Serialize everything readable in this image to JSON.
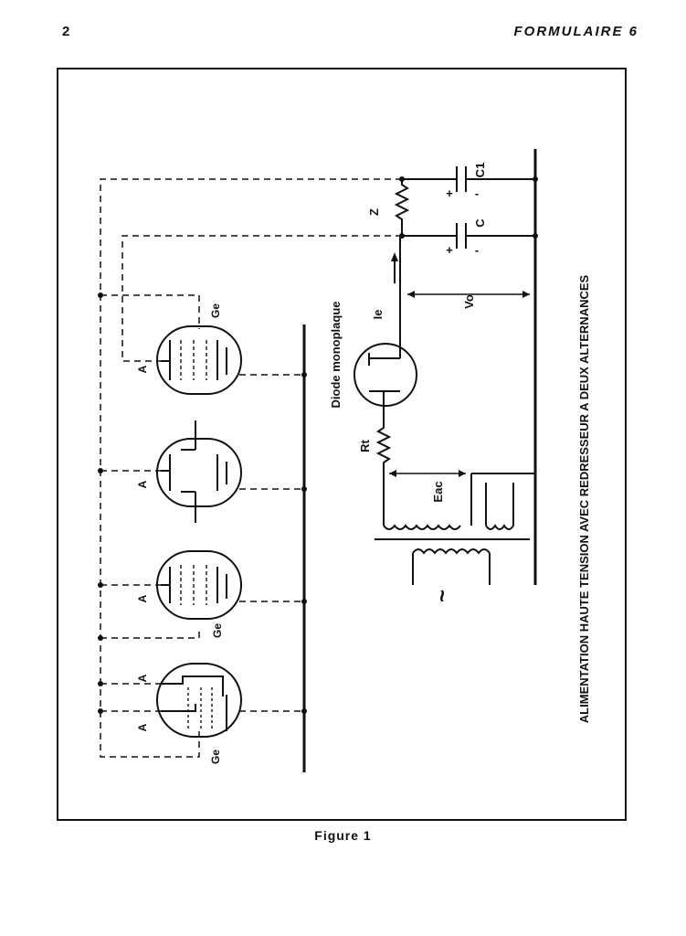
{
  "header": {
    "page_number": "2",
    "running_title": "FORMULAIRE 6"
  },
  "figure": {
    "caption": "Figure 1",
    "title": "ALIMENTATION HAUTE TENSION AVEC REDRESSEUR A DEUX ALTERNANCES",
    "labels": {
      "diode": "Diode monoplaque",
      "rt": "Rt",
      "ie": "Ie",
      "vo": "Vo",
      "eac": "Eac",
      "z": "Z",
      "c": "C",
      "c1": "C1",
      "plus": "+",
      "minus": "-",
      "ac_source": "~",
      "anode": "A",
      "grid_ge": "Ge"
    }
  }
}
